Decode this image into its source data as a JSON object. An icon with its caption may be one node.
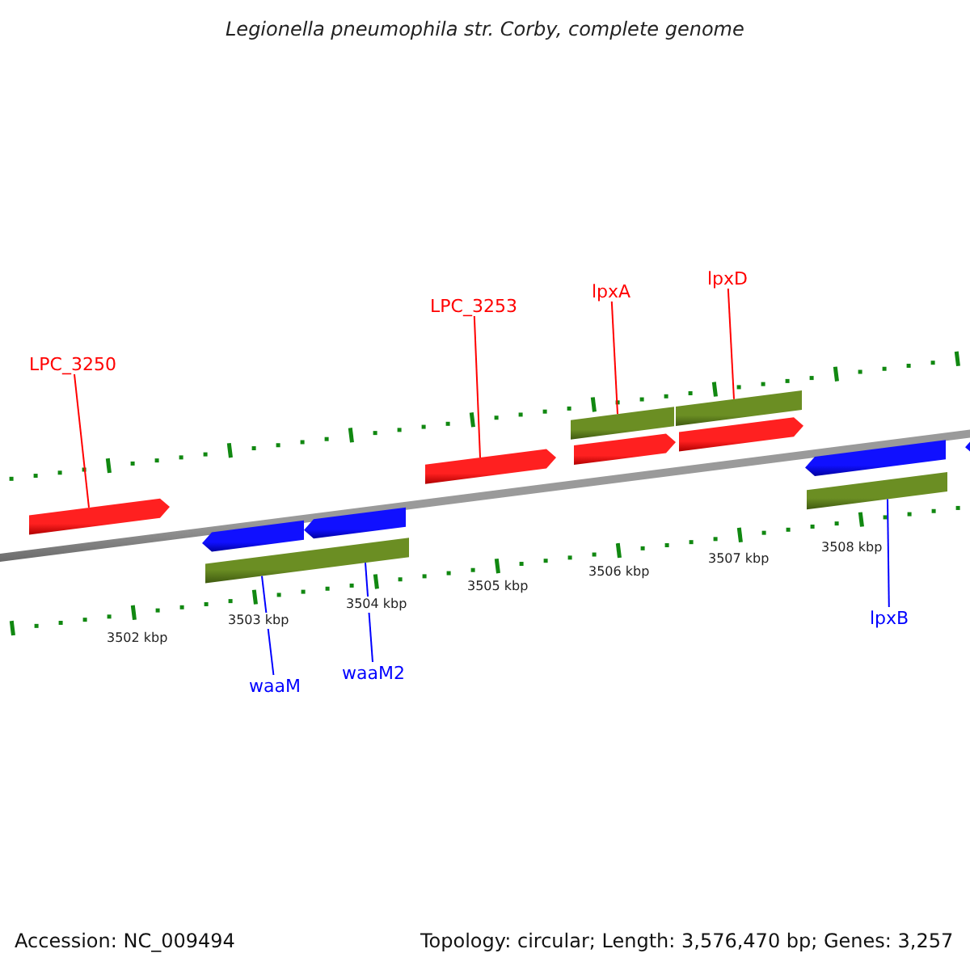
{
  "diagram": {
    "title": "Legionella pneumophila str. Corby, complete genome",
    "nodes": [
      {
        "text": [
          "LPC_3250"
        ]
      },
      {
        "text": [
          "LPC_3253"
        ]
      },
      {
        "text": [
          "lpxA"
        ]
      },
      {
        "text": [
          "lpxD"
        ]
      },
      {
        "text": [
          "waaM"
        ]
      },
      {
        "text": [
          "waaM2"
        ]
      },
      {
        "text": [
          "lpxB"
        ]
      },
      {
        "text": [],
        "shape": "bar"
      },
      {
        "text": [],
        "shape": "arrow"
      },
      {
        "text": [],
        "shape": "arrow"
      },
      {
        "text": [],
        "shape": "bar"
      },
      {
        "text": [],
        "shape": "arrow"
      },
      {
        "text": [],
        "shape": "arrow"
      },
      {
        "text": [],
        "shape": "bar"
      },
      {
        "text": [],
        "shape": "arrow"
      },
      {
        "text": [],
        "shape": "bar"
      },
      {
        "text": [],
        "shape": "arrow"
      },
      {
        "text": [],
        "shape": "arrow"
      },
      {
        "text": [],
        "shape": "bar"
      },
      {
        "text": [],
        "shape": "arrow"
      }
    ],
    "edges": [
      {
        "from": 0,
        "to": 8,
        "arrow": "none"
      },
      {
        "from": 1,
        "to": 12,
        "arrow": "none"
      },
      {
        "from": 2,
        "to": 13,
        "arrow": "none"
      },
      {
        "from": 3,
        "to": 15,
        "arrow": "none"
      },
      {
        "from": 4,
        "to": 10,
        "arrow": "none",
        "color": "#0000ff"
      },
      {
        "from": 5,
        "to": 10,
        "arrow": "none",
        "color": "#0000ff"
      },
      {
        "from": 6,
        "to": 18,
        "arrow": "none",
        "color": "#0000ff"
      }
    ],
    "labels": [
      "3502 kbp",
      "3503 kbp",
      "3504 kbp",
      "3505 kbp",
      "3506 kbp",
      "3507 kbp",
      "3508 kbp",
      "Accession: NC_009494",
      "Topology: circular; Length: 3,576,470 bp; Genes: 3,257"
    ]
  }
}
